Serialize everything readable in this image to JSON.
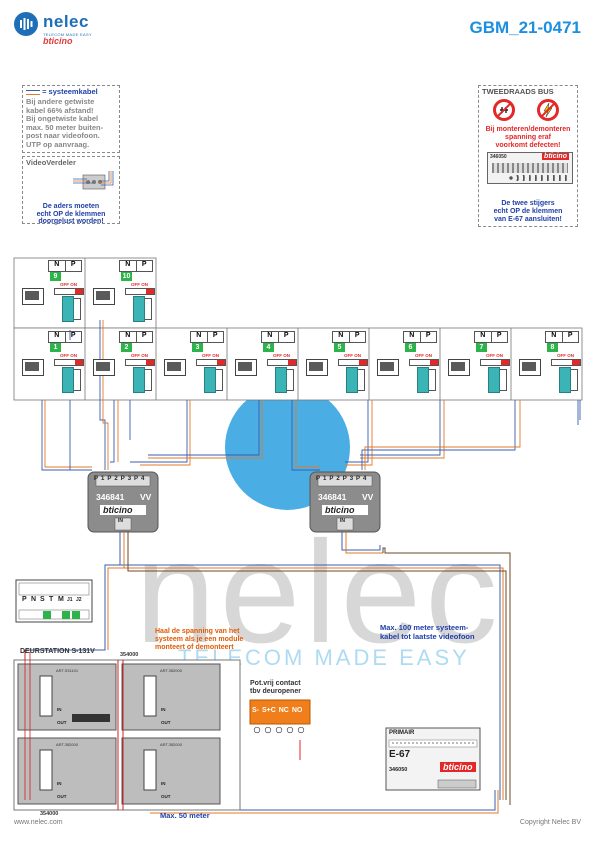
{
  "header": {
    "brand": "nelec",
    "tagline": "TELECOM MADE EASY",
    "partner": "bticino",
    "doc_code": "GBM_21-0471"
  },
  "legend": {
    "cable_label": "= systeemkabel",
    "text_lines": [
      "Bij andere getwiste",
      "kabel 66% afstand!",
      "Bij ongetwiste kabel",
      "max. 50 meter buiten-",
      "post naar videofoon.",
      "UTP op aanvraag."
    ]
  },
  "video_splitter_note": {
    "title": "VideoVerdeler",
    "text_lines": [
      "De aders moeten",
      "echt OP de klemmen",
      "doorgelust worden!"
    ]
  },
  "bus_note": {
    "title": "TWEEDRAADS BUS",
    "warning_lines": [
      "Bij monteren/demonteren",
      "spanning eraf",
      "voorkomt defecten!"
    ],
    "module_code": "346050",
    "module_brand": "bticino",
    "footer_lines": [
      "De twee stijgers",
      "echt OP de klemmen",
      "van E-67 aansluiten!"
    ]
  },
  "videophones": {
    "terminal_headers": [
      "N",
      "P"
    ],
    "switch_label": "OFF ON",
    "upper_row": [
      "9",
      "10"
    ],
    "lower_row": [
      "1",
      "2",
      "3",
      "4",
      "5",
      "6",
      "7",
      "8"
    ]
  },
  "splitters": [
    {
      "code": "346841",
      "vv": "VV",
      "brand": "bticino",
      "ports": [
        "P1",
        "P2",
        "P3",
        "P4"
      ],
      "in_label": "IN"
    },
    {
      "code": "346841",
      "vv": "VV",
      "brand": "bticino",
      "ports": [
        "P1",
        "P2",
        "P3",
        "P4"
      ],
      "in_label": "IN"
    }
  ],
  "door_station": {
    "title": "DEURSTATION S-131V",
    "terminals": [
      "P",
      "N",
      "S",
      "T",
      "M",
      "J1",
      "J2"
    ],
    "module_codes": [
      "ART.S31101",
      "ART.352000",
      "ART.352000",
      "ART.352000"
    ],
    "top_code": "354000",
    "bottom_code": "354000",
    "in_label": "IN",
    "out_label": "OUT"
  },
  "annotations": {
    "voltage_warning": [
      "Haal de spanning van het",
      "systeem als je een module",
      "monteert of demonteert"
    ],
    "contact_title": [
      "Pot.vrij contact",
      "tbv deuropener"
    ],
    "contact_terminals": [
      "S-",
      "S+",
      "C",
      "NC",
      "NO"
    ],
    "max_system": [
      "Max. 100 meter systeem-",
      "kabel tot laatste videofoon"
    ],
    "max_short": "Max. 50 meter"
  },
  "power_supply": {
    "label": "PRIMAIR",
    "model": "E-67",
    "code": "346050",
    "brand": "bticino"
  },
  "watermark": {
    "word": "nelec",
    "tagline": "TELECOM MADE EASY"
  },
  "footer": {
    "left": "www.nelec.com",
    "right": "Copyright Nelec BV"
  },
  "colors": {
    "brand_blue": "#1d6fb8",
    "accent_cyan": "#1d8fe0",
    "warning_red": "#e32828",
    "wire_blue": "#3b5fb0",
    "wire_orange": "#e07a2a",
    "wire_brown": "#6b4a2a",
    "wire_red": "#d11f1f",
    "contact_orange": "#f07e1a",
    "led_green": "#2cb34a"
  }
}
